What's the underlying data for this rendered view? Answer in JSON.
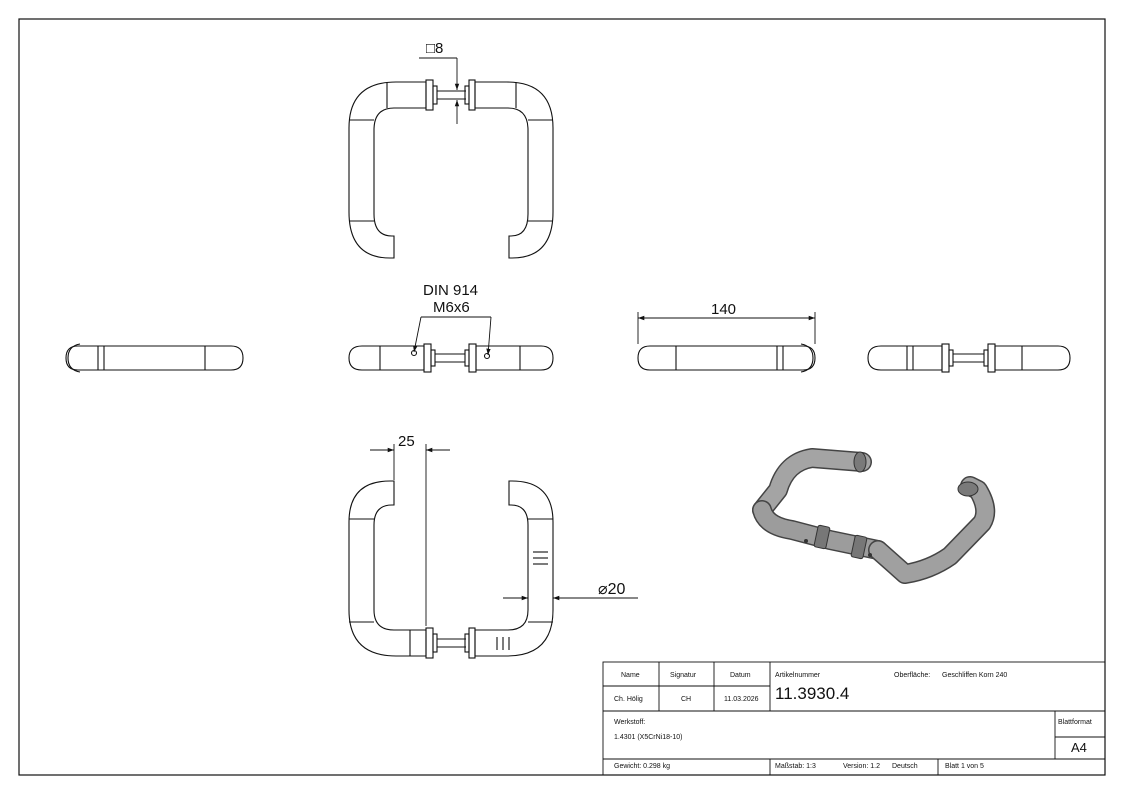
{
  "dimensions": {
    "square": "□8",
    "din": "DIN 914",
    "thread": "M6x6",
    "length": "140",
    "offset": "25",
    "diameter": "⌀20"
  },
  "title_block": {
    "name_header": "Name",
    "signature_header": "Signatur",
    "date_header": "Datum",
    "name_value": "Ch. Hölig",
    "signature_value": "CH",
    "date_value": "11.03.2026",
    "article_label": "Artikelnummer",
    "article_number": "11.3930.4",
    "surface_label": "Oberfläche:",
    "surface_value": "Geschliffen Korn 240",
    "material_label": "Werkstoff:",
    "material_value": "1.4301 (X5CrNi18-10)",
    "format_label": "Blattformat",
    "format_value": "A4",
    "weight": "Gewicht: 0.298 kg",
    "scale": "Maßstab: 1:3",
    "version": "Version: 1.2",
    "language": "Deutsch",
    "sheet": "Blatt 1 von 5"
  }
}
